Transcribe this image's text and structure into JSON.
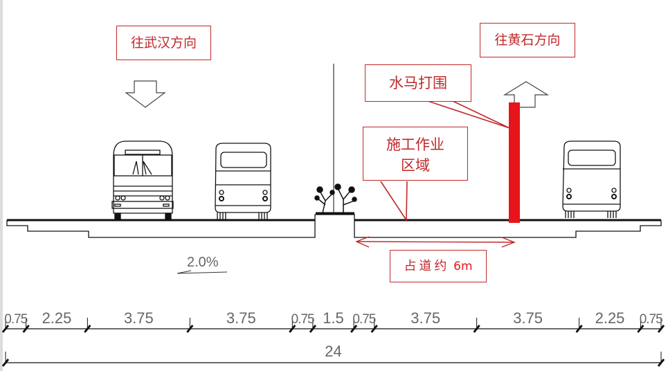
{
  "labels": {
    "to_wuhan": "往武汉方向",
    "to_huangshi": "往黄石方向",
    "water_barrier": "水马打围",
    "work_zone_line1": "施工作业",
    "work_zone_line2": "区域",
    "occupy": "占道约",
    "occupy_width": "6m",
    "slope": "2.0%"
  },
  "dimensions": {
    "segments": [
      {
        "label": "0.75",
        "value": 0.75
      },
      {
        "label": "2.25",
        "value": 2.25
      },
      {
        "label": "3.75",
        "value": 3.75
      },
      {
        "label": "3.75",
        "value": 3.75
      },
      {
        "label": "0.75",
        "value": 0.75
      },
      {
        "label": "1.5",
        "value": 1.5
      },
      {
        "label": "0.75",
        "value": 0.75
      },
      {
        "label": "3.75",
        "value": 3.75
      },
      {
        "label": "3.75",
        "value": 3.75
      },
      {
        "label": "2.25",
        "value": 2.25
      },
      {
        "label": "0.75",
        "value": 0.75
      }
    ],
    "total_label": "24",
    "total": 24
  },
  "colors": {
    "accent": "#e8141b",
    "callout": "#c0282a",
    "line": "#111111"
  }
}
